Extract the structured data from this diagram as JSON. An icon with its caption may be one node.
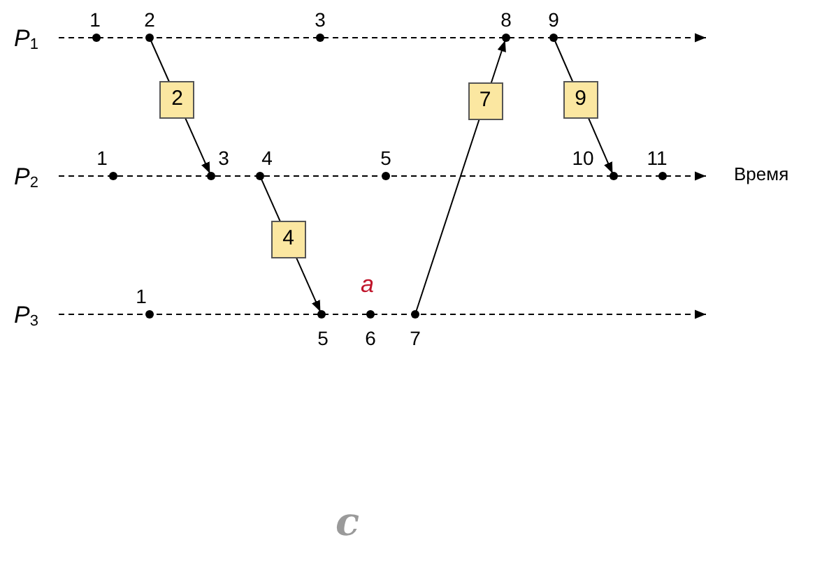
{
  "diagram": {
    "caption": "c",
    "nodes": [
      {
        "text": [
          "P$_{1}$"
        ]
      },
      {
        "text": [
          "1"
        ]
      },
      {
        "text": [
          "2"
        ]
      },
      {
        "text": [
          "3"
        ]
      },
      {
        "text": [
          "8"
        ]
      },
      {
        "text": [
          "9"
        ]
      },
      {
        "text": [
          "P$_{2}$"
        ]
      },
      {
        "text": [
          "1"
        ]
      },
      {
        "text": [
          "3"
        ]
      },
      {
        "text": [
          "4"
        ]
      },
      {
        "text": [
          "5"
        ]
      },
      {
        "text": [
          "10"
        ]
      },
      {
        "text": [
          "11"
        ]
      },
      {
        "text": [
          "P$_{3}$"
        ]
      },
      {
        "text": [
          "1"
        ]
      },
      {
        "text": [
          "5"
        ]
      },
      {
        "text": [
          "6"
        ]
      },
      {
        "text": [
          "7"
        ]
      }
    ],
    "edges": [
      {
        "from": 0,
        "to": null,
        "arrow": "to",
        "style": "dashed"
      },
      {
        "from": 6,
        "to": null,
        "arrow": "to",
        "style": "dashed"
      },
      {
        "from": 13,
        "to": null,
        "arrow": "to",
        "style": "dashed"
      },
      {
        "from": 2,
        "to": 8,
        "arrow": "to",
        "label": "2"
      },
      {
        "from": 9,
        "to": 15,
        "arrow": "to",
        "label": "4"
      },
      {
        "from": 17,
        "to": 4,
        "arrow": "to",
        "label": "7"
      },
      {
        "from": 5,
        "to": 11,
        "arrow": "to",
        "label": "9"
      }
    ],
    "labels": [
      "Время",
      "a"
    ]
  }
}
